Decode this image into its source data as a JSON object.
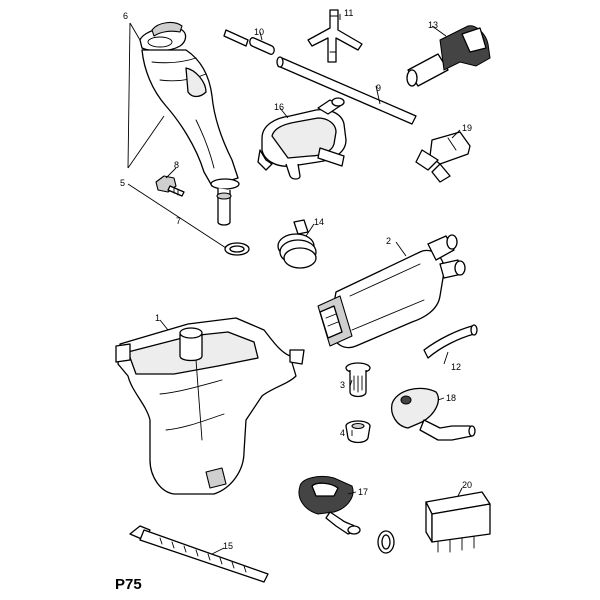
{
  "diagram_code": "P75",
  "callouts": {
    "c1": "1",
    "c2": "2",
    "c3": "3",
    "c4": "4",
    "c5": "5",
    "c6": "6",
    "c7": "7",
    "c8": "8",
    "c9": "9",
    "c10": "10",
    "c11": "11",
    "c12": "12",
    "c13": "13",
    "c14": "14",
    "c15": "15",
    "c16": "16",
    "c17": "17",
    "c18": "18",
    "c19": "19",
    "c20": "20"
  }
}
